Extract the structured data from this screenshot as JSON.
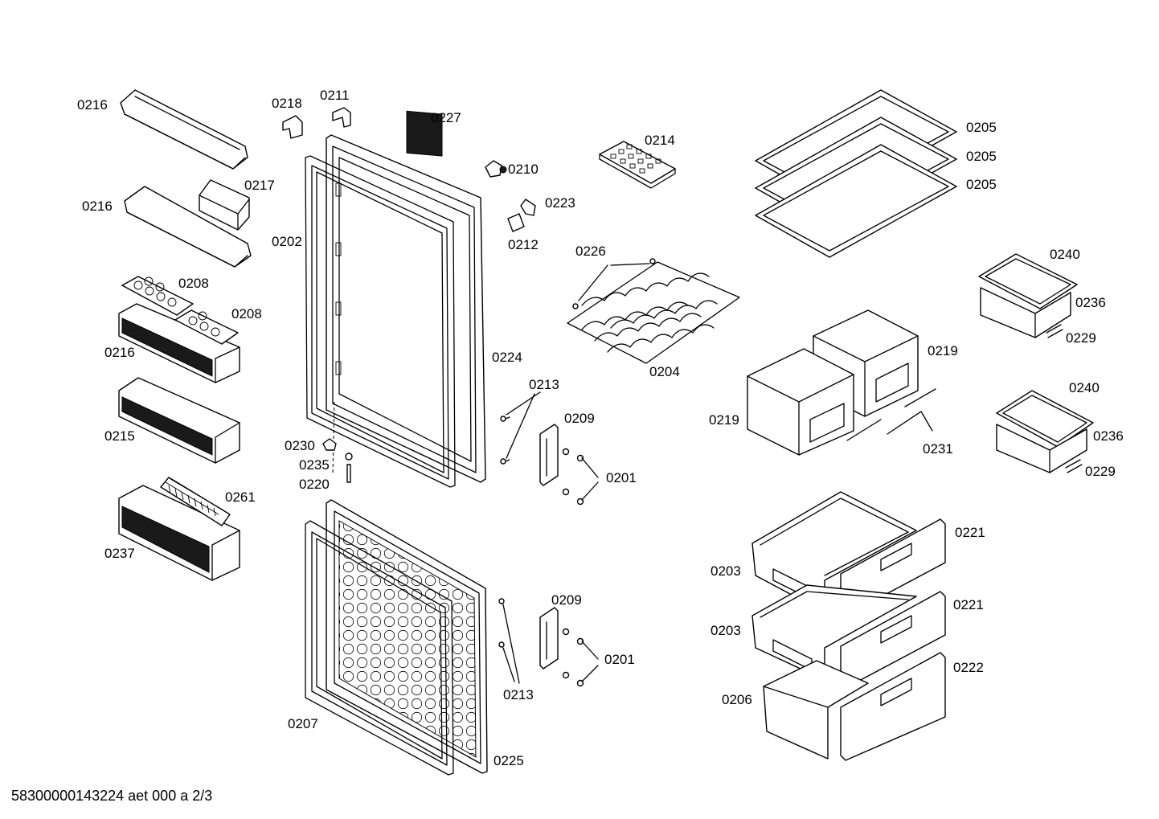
{
  "labels": {
    "l0216a": "0216",
    "l0216b": "0216",
    "l0216c": "0216",
    "l0218": "0218",
    "l0211": "0211",
    "l0227": "0227",
    "l0210": "0210",
    "l0217": "0217",
    "l0202": "0202",
    "l0223": "0223",
    "l0212": "0212",
    "l0214": "0214",
    "l0205a": "0205",
    "l0205b": "0205",
    "l0205c": "0205",
    "l0208a": "0208",
    "l0208b": "0208",
    "l0226": "0226",
    "l0204": "0204",
    "l0224": "0224",
    "l0213a": "0213",
    "l0213b": "0213",
    "l0209a": "0209",
    "l0209b": "0209",
    "l0201a": "0201",
    "l0201b": "0201",
    "l0215": "0215",
    "l0230": "0230",
    "l0235": "0235",
    "l0220": "0220",
    "l0261": "0261",
    "l0237": "0237",
    "l0207": "0207",
    "l0225": "0225",
    "l0240a": "0240",
    "l0240b": "0240",
    "l0236a": "0236",
    "l0236b": "0236",
    "l0229a": "0229",
    "l0229b": "0229",
    "l0219a": "0219",
    "l0219b": "0219",
    "l0231": "0231",
    "l0221a": "0221",
    "l0221b": "0221",
    "l0222": "0222",
    "l0203a": "0203",
    "l0203b": "0203",
    "l0206": "0206"
  },
  "footer": "58300000143224 aet 000 a 2/3"
}
